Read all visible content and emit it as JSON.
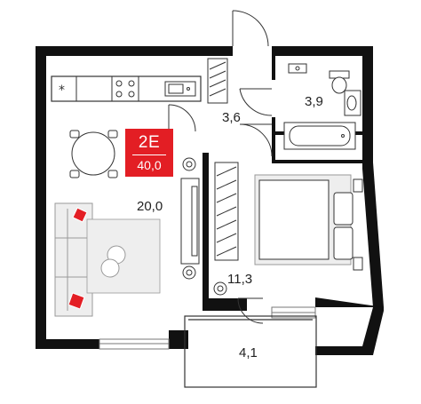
{
  "apartment": {
    "type_code": "2E",
    "total_area": "40,0",
    "badge_color": "#e31e24"
  },
  "rooms": {
    "living": {
      "area": "20,0"
    },
    "hall": {
      "area": "3,6"
    },
    "bathroom": {
      "area": "3,9"
    },
    "bedroom": {
      "area": "11,3"
    },
    "balcony": {
      "area": "4,1"
    }
  },
  "colors": {
    "wall": "#111111",
    "furniture_fill": "#eeeeee",
    "furniture_stroke": "#999999",
    "text": "#222222",
    "pillow_accent": "#e31e24"
  },
  "icons": [
    "star-icon",
    "stove-icon",
    "sink-icon",
    "toilet-icon",
    "bathtub-icon",
    "plant-icon",
    "pillow-icon"
  ]
}
